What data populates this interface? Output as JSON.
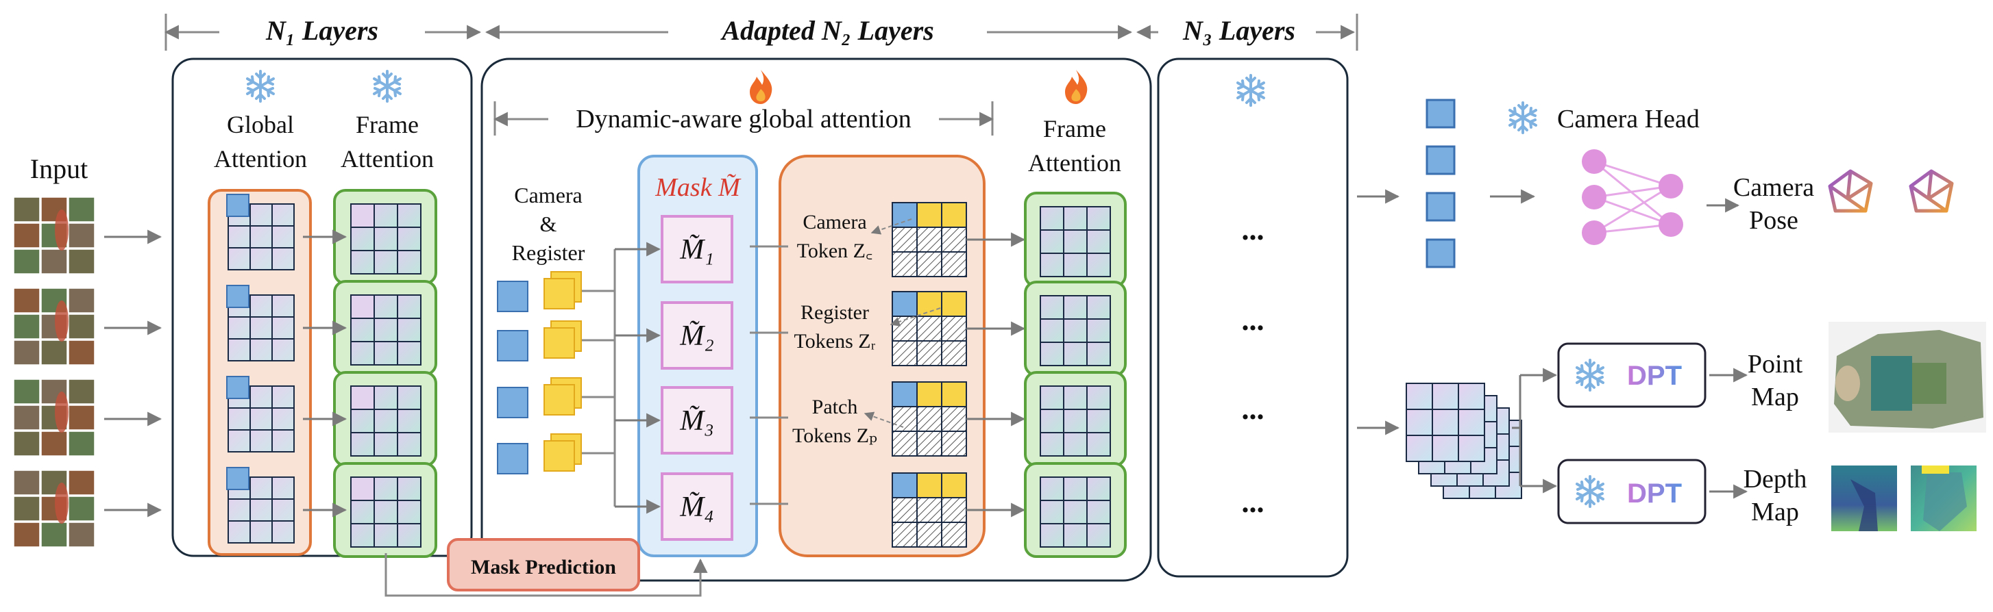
{
  "header": {
    "n1_label": "N₁ Layers",
    "n2_label": "Adapted N₂ Layers",
    "n3_label": "N₃ Layers"
  },
  "input": {
    "label": "Input"
  },
  "n1_block": {
    "global_attention": [
      "Global",
      "Attention"
    ],
    "frame_attention": [
      "Frame",
      "Attention"
    ]
  },
  "n2_block": {
    "dynamic_attention_label": "Dynamic-aware global attention",
    "camera_register_label": [
      "Camera",
      "&",
      "Register"
    ],
    "mask_title": "Mask M̃",
    "masks": [
      "M̃₁",
      "M̃₂",
      "M̃₃",
      "M̃₄"
    ],
    "token_labels": [
      [
        "Camera",
        "Token Z꜀"
      ],
      [
        "Register",
        "Tokens Zᵣ"
      ],
      [
        "Patch",
        "Tokens Zₚ"
      ]
    ],
    "frame_attention": [
      "Frame",
      "Attention"
    ],
    "mask_prediction": "Mask Prediction"
  },
  "n3_block": {
    "ellipsis": "..."
  },
  "heads": {
    "camera_head": "Camera Head",
    "camera_pose": [
      "Camera",
      "Pose"
    ],
    "dpt_label": "DPT",
    "point_map": [
      "Point",
      "Map"
    ],
    "depth_map": [
      "Depth",
      "Map"
    ]
  },
  "colors": {
    "orange_border": "#e0773a",
    "orange_fill": "#f8e3d6",
    "green_border": "#5aa23c",
    "green_fill": "#d8efcd",
    "mask_blue_border": "#6fa8dc",
    "mask_blue_fill": "#deedf9",
    "mask_pink": "#d98fd6",
    "token_blue": "#7aaee0",
    "token_yellow": "#f8d548",
    "flame": "#ef6a26",
    "snowflake": "#7fb2e0",
    "mask_pred_fill": "#f5c8bd",
    "mask_pred_border": "#e0705a",
    "mask_title_color": "#d83a2e"
  }
}
